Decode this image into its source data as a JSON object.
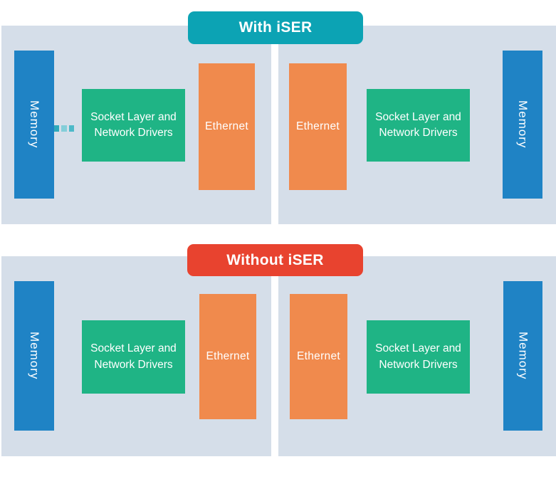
{
  "colors": {
    "panel_background": "#d5dee9",
    "memory_blue": "#1f83c5",
    "socket_green": "#1fb485",
    "ethernet_orange": "#f08a4d",
    "with_iser_teal": "#0ca3b4",
    "without_iser_red": "#e8432f",
    "rdma_dash_teal": "#4db9c8",
    "text": "#ffffff"
  },
  "sections": [
    {
      "title": "With iSER",
      "header_color": "#0ca3b4",
      "panels": [
        {
          "side": "left",
          "rdma_dashes": true,
          "blocks": [
            {
              "name": "memory",
              "label": "Memory"
            },
            {
              "name": "socket-layer",
              "label": "Socket Layer and Network Drivers"
            },
            {
              "name": "ethernet",
              "label": "Ethernet"
            }
          ]
        },
        {
          "side": "right",
          "rdma_dashes": false,
          "blocks": [
            {
              "name": "ethernet",
              "label": "Ethernet"
            },
            {
              "name": "socket-layer",
              "label": "Socket Layer and Network Drivers"
            },
            {
              "name": "memory",
              "label": "Memory"
            }
          ]
        }
      ]
    },
    {
      "title": "Without iSER",
      "header_color": "#e8432f",
      "panels": [
        {
          "side": "left",
          "rdma_dashes": false,
          "blocks": [
            {
              "name": "memory",
              "label": "Memory"
            },
            {
              "name": "socket-layer",
              "label": "Socket Layer and Network Drivers"
            },
            {
              "name": "ethernet",
              "label": "Ethernet"
            }
          ]
        },
        {
          "side": "right",
          "rdma_dashes": false,
          "blocks": [
            {
              "name": "ethernet",
              "label": "Ethernet"
            },
            {
              "name": "socket-layer",
              "label": "Socket Layer and Network Drivers"
            },
            {
              "name": "memory",
              "label": "Memory"
            }
          ]
        }
      ]
    }
  ]
}
